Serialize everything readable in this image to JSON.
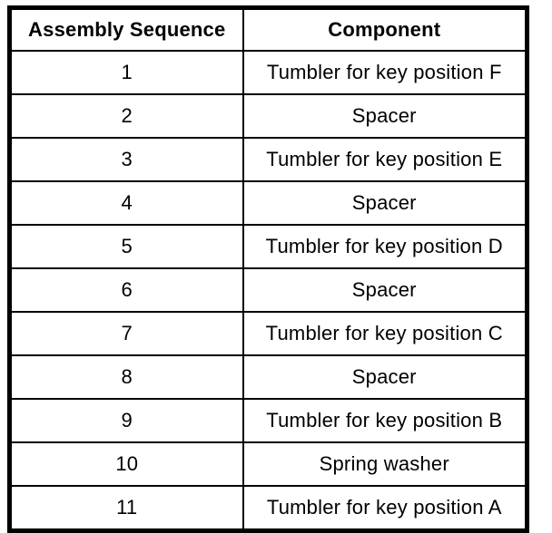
{
  "table": {
    "headers": [
      "Assembly Sequence",
      "Component"
    ],
    "rows": [
      {
        "sequence": "1",
        "component": "Tumbler for key position F"
      },
      {
        "sequence": "2",
        "component": "Spacer"
      },
      {
        "sequence": "3",
        "component": "Tumbler for key position E"
      },
      {
        "sequence": "4",
        "component": "Spacer"
      },
      {
        "sequence": "5",
        "component": "Tumbler for key position D"
      },
      {
        "sequence": "6",
        "component": "Spacer"
      },
      {
        "sequence": "7",
        "component": "Tumbler for key position C"
      },
      {
        "sequence": "8",
        "component": "Spacer"
      },
      {
        "sequence": "9",
        "component": "Tumbler for key position B"
      },
      {
        "sequence": "10",
        "component": "Spring washer"
      },
      {
        "sequence": "11",
        "component": "Tumbler for key position A"
      }
    ],
    "colors": {
      "border": "#000000",
      "text": "#000000",
      "background": "#ffffff"
    }
  }
}
